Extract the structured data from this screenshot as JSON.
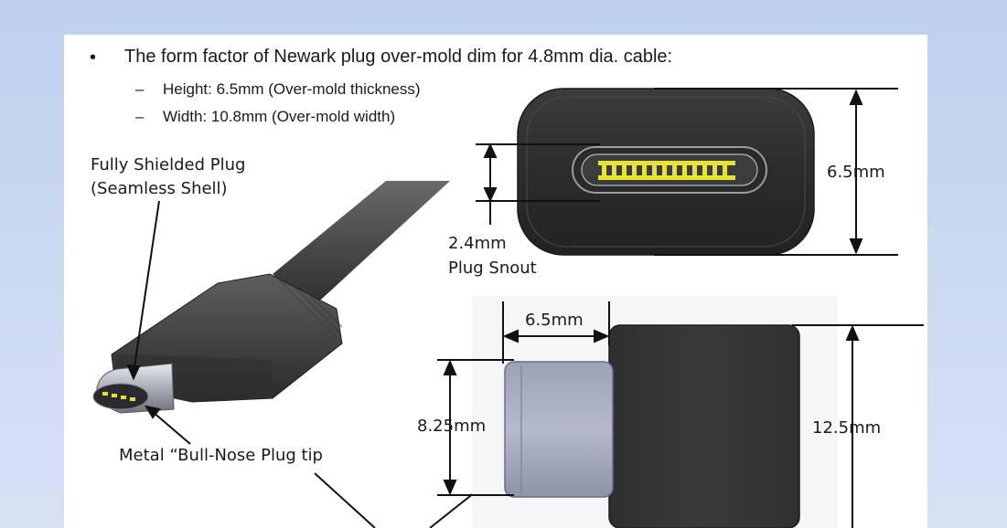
{
  "header": {
    "bullet_mark": "•",
    "bullet_text": "The form factor of Newark plug over-mold dim for 4.8mm dia. cable:",
    "sub_items": [
      {
        "dash": "–",
        "text": "Height: 6.5mm (Over-mold thickness)"
      },
      {
        "dash": "–",
        "text": "Width: 10.8mm (Over-mold width)"
      }
    ]
  },
  "callouts": {
    "shield_line1": "Fully Shielded Plug",
    "shield_line2": "(Seamless Shell)",
    "tip": "Metal “Bull-Nose Plug tip",
    "snout_line1": "2.4mm",
    "snout_line2": "Plug Snout"
  },
  "dimensions": {
    "front_height": "6.5mm",
    "snout_length": "6.5mm",
    "plug_height": "8.25mm",
    "overmold_height": "12.5mm"
  },
  "colors": {
    "background_top": "#bfd0ee",
    "background_bottom": "#d7e2f4",
    "overmold": "#3a3a3a",
    "contacts": "#e7e23a"
  }
}
